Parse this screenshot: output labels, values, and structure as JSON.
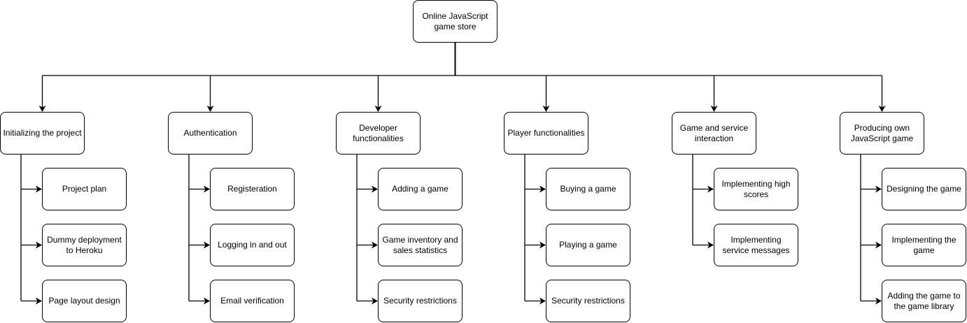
{
  "diagram": {
    "root": {
      "label": "Online JavaScript\ngame store"
    },
    "branches": [
      {
        "id": "init",
        "label": "Initializing the project",
        "children": [
          "Project plan",
          "Dummy deployment\nto Heroku",
          "Page layout design"
        ]
      },
      {
        "id": "auth",
        "label": "Authentication",
        "children": [
          "Registeration",
          "Logging in and out",
          "Email verification"
        ]
      },
      {
        "id": "dev",
        "label": "Developer\nfunctionalities",
        "children": [
          "Adding a game",
          "Game inventory and\nsales statistics",
          "Security restrictions"
        ]
      },
      {
        "id": "player",
        "label": "Player functionalities",
        "children": [
          "Buying a game",
          "Playing a game",
          "Security restrictions"
        ]
      },
      {
        "id": "interaction",
        "label": "Game and service\ninteraction",
        "children": [
          "Implementing high\nscores",
          "Implementing\nservice messages"
        ]
      },
      {
        "id": "own-game",
        "label": "Producing own\nJavaScript game",
        "children": [
          "Designing the game",
          "Implementing the\ngame",
          "Adding the game to\nthe game library"
        ]
      }
    ]
  },
  "style": {
    "line_color": "#000000",
    "box_fill": "#ffffff",
    "text_color": "#000000"
  }
}
